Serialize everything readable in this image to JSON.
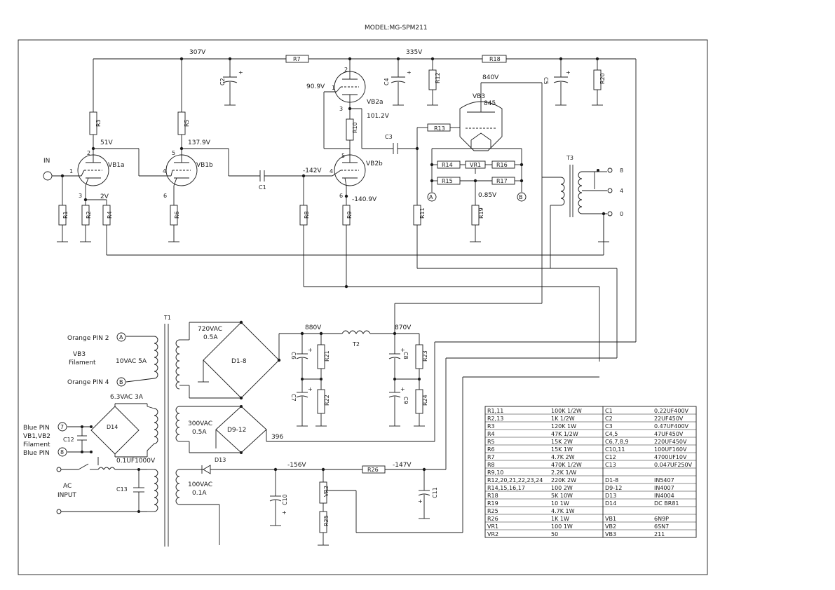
{
  "model": "MODEL:MG-SPM211",
  "voltages": {
    "v307": "307V",
    "v335": "335V",
    "v840": "840V",
    "v909": "90.9V",
    "v1012": "101.2V",
    "v51": "51V",
    "v1379": "137.9V",
    "vm142": "-142V",
    "v2": "2V",
    "v085": "0.85V",
    "vm1409": "-140.9V",
    "v880": "880V",
    "v870": "870V",
    "v396": "396",
    "vm156": "-156V",
    "vm147": "-147V"
  },
  "labels": {
    "IN": "IN",
    "VB1a": "VB1a",
    "VB1b": "VB1b",
    "VB2a": "VB2a",
    "VB2b": "VB2b",
    "VB3": "VB3",
    "v845": "845",
    "T1": "T1",
    "T2": "T2",
    "T3": "T3",
    "D1_8": "D1-8",
    "D9_12": "D9-12",
    "D13": "D13",
    "D14": "D14",
    "VR1": "VR1",
    "VR2": "VR2",
    "outA": "A",
    "outB": "B",
    "tap8": "8",
    "tap4": "4",
    "tap0": "0",
    "pin1": "1",
    "pin2": "2",
    "pin3": "3",
    "pin4": "4",
    "pin5": "5",
    "pin6": "6",
    "R1": "R1",
    "R2": "R2",
    "R3": "R3",
    "R4": "R4",
    "R5": "R5",
    "R6": "R6",
    "R7": "R7",
    "R8": "R8",
    "R9": "R9",
    "R10": "R10",
    "R11": "R11",
    "R12": "R12",
    "R13": "R13",
    "R14": "R14",
    "R15": "R15",
    "R16": "R16",
    "R17": "R17",
    "R18": "R18",
    "R19": "R19",
    "R20": "R20",
    "R21": "R21",
    "R22": "R22",
    "R23": "R23",
    "R24": "R24",
    "R25": "R25",
    "R26": "R26",
    "C1": "C1",
    "C2": "C2",
    "C3": "C3",
    "C4": "C4",
    "C5": "C5",
    "C6": "C6",
    "C7": "C7",
    "C8": "C8",
    "C9": "C9",
    "C10": "C10",
    "C11": "C11",
    "C12": "C12",
    "C13": "C13"
  },
  "psu": {
    "orange_a": "Orange  PIN  2",
    "orange_b": "Orange  PIN  4",
    "vb3": "VB3",
    "filament": "Filament",
    "tenvac": "10VAC  5A",
    "sixvac": "6.3VAC  3A",
    "blue7": "Blue PIN",
    "vb12": "VB1,VB2",
    "filament2": "Filament",
    "blue8": "Blue PIN",
    "n7": "7",
    "n8": "8",
    "c_val": "0.1UF1000V",
    "ac": "AC",
    "input": "INPUT",
    "v720": "720VAC",
    "a05": "0.5A",
    "v300": "300VAC",
    "a05b": "0.5A",
    "v100": "100VAC",
    "a01": "0.1A"
  },
  "parts_table": [
    [
      "R1,11",
      "100K  1/2W",
      "C1",
      "0.22UF400V"
    ],
    [
      "R2,13",
      "1K  1/2W",
      "C2",
      "22UF450V"
    ],
    [
      "R3",
      "120K  1W",
      "C3",
      "0.47UF400V"
    ],
    [
      "R4",
      "47K  1/2W",
      "C4,5",
      "47UF450V"
    ],
    [
      "R5",
      "15K  2W",
      "C6,7,8,9",
      "220UF450V"
    ],
    [
      "R6",
      "15K  1W",
      "C10,11",
      "100UF160V"
    ],
    [
      "R7",
      "4.7K  2W",
      "C12",
      "4700UF10V"
    ],
    [
      "R8",
      "470K  1/2W",
      "C13",
      "0.047UF250V"
    ],
    [
      "R9,10",
      "2.2K  1/W",
      "",
      ""
    ],
    [
      "R12,20,21,22,23,24",
      "220K  2W",
      "D1-8",
      "IN5407"
    ],
    [
      "R14,15,16,17",
      "100  2W",
      "D9-12",
      "IN4007"
    ],
    [
      "R18",
      "5K  10W",
      "D13",
      "IN4004"
    ],
    [
      "R19",
      "10  1W",
      "D14",
      "DC BR81"
    ],
    [
      "R25",
      "4.7K  1W",
      "",
      ""
    ],
    [
      "R26",
      "1K  1W",
      "VB1",
      "6N9P"
    ],
    [
      "VR1",
      "100  1W",
      "VB2",
      "6SN7"
    ],
    [
      "VR2",
      "50",
      "VB3",
      "211"
    ]
  ]
}
